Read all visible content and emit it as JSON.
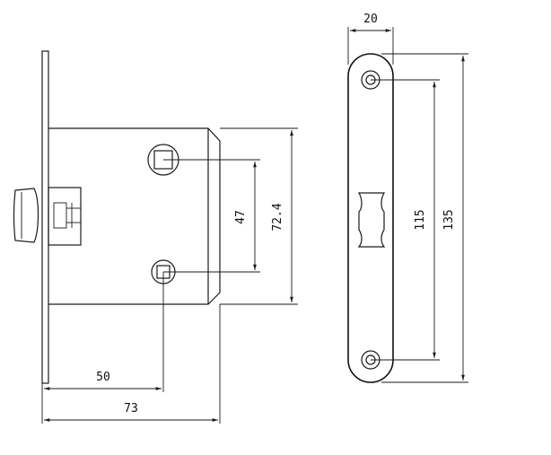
{
  "dimensions": {
    "spacing_small": "47",
    "height_body": "72.4",
    "backset": "50",
    "depth": "73",
    "plate_width": "20",
    "strike_spacing": "115",
    "strike_height": "135"
  },
  "colors": {
    "stroke": "#1a1a1a",
    "background": "#ffffff"
  }
}
